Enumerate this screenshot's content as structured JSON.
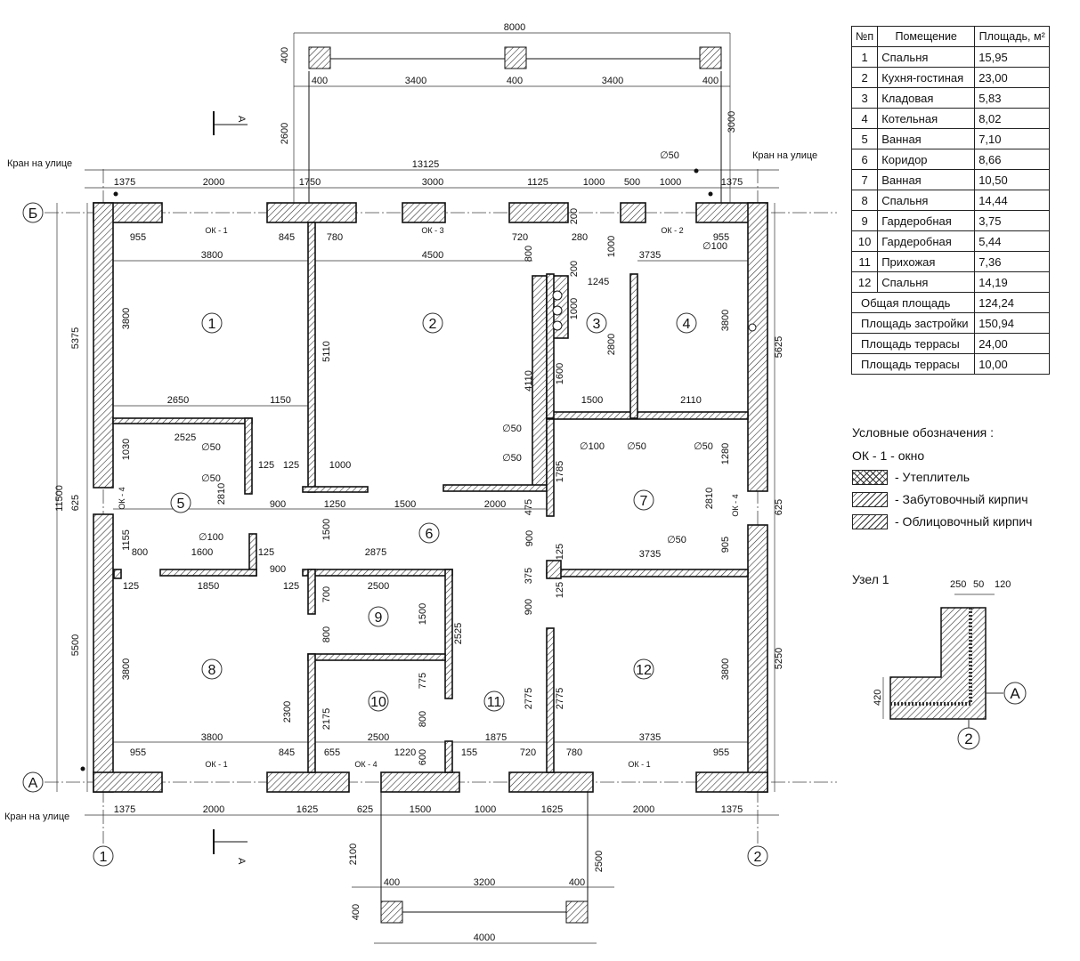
{
  "table": {
    "headers": [
      "№п",
      "Помещение",
      "Площадь, м²"
    ],
    "rows": [
      [
        "1",
        "Спальня",
        "15,95"
      ],
      [
        "2",
        "Кухня-гостиная",
        "23,00"
      ],
      [
        "3",
        "Кладовая",
        "5,83"
      ],
      [
        "4",
        "Котельная",
        "8,02"
      ],
      [
        "5",
        "Ванная",
        "7,10"
      ],
      [
        "6",
        "Коридор",
        "8,66"
      ],
      [
        "7",
        "Ванная",
        "10,50"
      ],
      [
        "8",
        "Спальня",
        "14,44"
      ],
      [
        "9",
        "Гардеробная",
        "3,75"
      ],
      [
        "10",
        "Гардеробная",
        "5,44"
      ],
      [
        "11",
        "Прихожая",
        "7,36"
      ],
      [
        "12",
        "Спальня",
        "14,19"
      ]
    ],
    "totals": [
      [
        "Общая площадь",
        "124,24"
      ],
      [
        "Площадь застройки",
        "150,94"
      ],
      [
        "Площадь террасы",
        "24,00"
      ],
      [
        "Площадь террасы",
        "10,00"
      ]
    ]
  },
  "legend": {
    "title": "Условные обозначения :",
    "window": "ОК - 1  - окно",
    "items": [
      "- Утеплитель",
      "- Забутовочный кирпич",
      "- Облицовочный кирпич"
    ]
  },
  "node": {
    "title": "Узел 1",
    "dims": [
      "250",
      "50",
      "120",
      "420"
    ],
    "axis_a": "А",
    "axis_2": "2"
  },
  "axes": {
    "b": "Б",
    "a": "А",
    "one": "1",
    "two": "2"
  },
  "section_mark": "А",
  "tap_label": "Кран на улице",
  "rooms": [
    "1",
    "2",
    "3",
    "4",
    "5",
    "6",
    "7",
    "8",
    "9",
    "10",
    "11",
    "12"
  ],
  "dimensions": [
    "8000",
    "400",
    "400",
    "3400",
    "400",
    "3400",
    "400",
    "2600",
    "3000",
    "13125",
    "1375",
    "2000",
    "1750",
    "3000",
    "1125",
    "1000",
    "500",
    "1000",
    "1375",
    "955",
    "845",
    "780",
    "720",
    "200",
    "280",
    "955",
    "ОК - 1",
    "ОК - 3",
    "ОК - 2",
    "∅50",
    "∅100",
    "800",
    "1000",
    "200",
    "3800",
    "4500",
    "3735",
    "1245",
    "1000",
    "2800",
    "1600",
    "4110",
    "3800",
    "5110",
    "3800",
    "2650",
    "1150",
    "1500",
    "2110",
    "2525",
    "1030",
    "∅50",
    "∅50",
    "2810",
    "∅100",
    "125",
    "125",
    "1000",
    "∅50",
    "∅50",
    "∅100",
    "∅50",
    "∅50",
    "1280",
    "1785",
    "2810",
    "ОК - 4",
    "ОК - 4",
    "900",
    "1250",
    "1500",
    "2000",
    "475",
    "625",
    "625",
    "11500",
    "5375",
    "5625",
    "5500",
    "5250",
    "1155",
    "800",
    "1600",
    "125",
    "1500",
    "2875",
    "900",
    "905",
    "∅50",
    "3735",
    "125",
    "125",
    "1850",
    "900",
    "125",
    "2500",
    "700",
    "375",
    "125",
    "1500",
    "2525",
    "900",
    "800",
    "3800",
    "3800",
    "775",
    "2300",
    "2175",
    "2775",
    "2775",
    "800",
    "3800",
    "2500",
    "1875",
    "3735",
    "955",
    "845",
    "655",
    "1220",
    "600",
    "155",
    "720",
    "780",
    "955",
    "ОК - 1",
    "ОК - 4",
    "ОК - 1",
    "1375",
    "2000",
    "1625",
    "625",
    "1500",
    "1000",
    "1625",
    "2000",
    "1375",
    "2100",
    "2500",
    "400",
    "3200",
    "400",
    "400",
    "4000"
  ]
}
